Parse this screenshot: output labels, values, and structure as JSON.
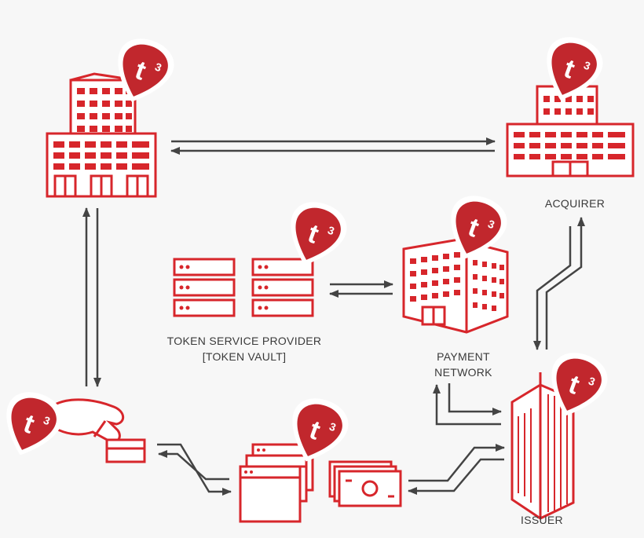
{
  "badge": {
    "text": "t",
    "superscript": "3"
  },
  "colors": {
    "brand_red": "#d7262b",
    "badge_fill": "#c1272d",
    "arrow": "#444444",
    "label": "#3a3a3a",
    "background": "#f7f7f7"
  },
  "icons": {
    "merchant": "office-building-icon",
    "acquirer": "acquirer-building-icon",
    "token_service_provider": "server-rack-icon",
    "payment_network": "network-building-icon",
    "consumer": "hand-with-card-icon",
    "issuer": "skyscraper-icon",
    "checkout": "browser-window-icon",
    "funds": "banknote-stack-icon"
  },
  "labels": {
    "acquirer": "ACQUIRER",
    "tsp_line1": "TOKEN SERVICE PROVIDER",
    "tsp_line2": "[TOKEN VAULT]",
    "payment_network_line1": "PAYMENT",
    "payment_network_line2": "NETWORK",
    "issuer": "ISSUER"
  }
}
